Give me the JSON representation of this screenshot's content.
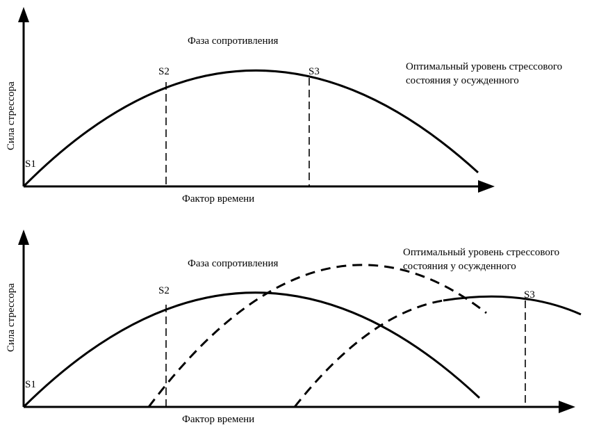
{
  "colors": {
    "ink": "#000000",
    "background": "#ffffff"
  },
  "diagram_top": {
    "y_axis_label": "Сила стрессора",
    "x_axis_label": "Фактор времени",
    "phase_label": "Фаза сопротивления",
    "point_s1": "S1",
    "point_s2": "S2",
    "point_s3": "S3",
    "optimal_line1": "Оптимальный уровень стрессового",
    "optimal_line2": "состояния у осужденного"
  },
  "diagram_bottom": {
    "y_axis_label": "Сила стрессора",
    "x_axis_label": "Фактор времени",
    "phase_label": "Фаза сопротивления",
    "point_s1": "S1",
    "point_s2": "S2",
    "point_s3": "S3",
    "optimal_line1": "Оптимальный уровень стрессового",
    "optimal_line2": "состояния у осужденного"
  }
}
